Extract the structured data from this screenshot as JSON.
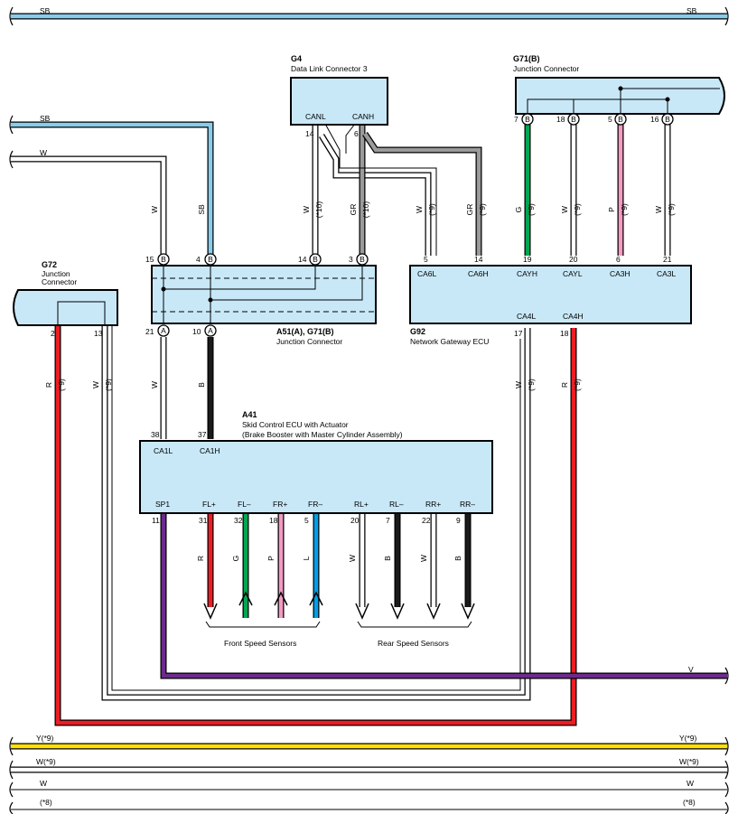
{
  "colors": {
    "SB": "#87cceb",
    "R": "#ee1c24",
    "G": "#00a651",
    "P": "#f49ac1",
    "L": "#00a0e9",
    "V": "#6c2a8c",
    "Y": "#ffe200",
    "GR": "#9b9b9b",
    "B": "#1a1a1a",
    "W": "#ffffff",
    "box_fill": "#c8e8f8"
  },
  "buses": {
    "top_sb_left": "SB",
    "top_sb_right": "SB",
    "left_sb": "SB",
    "left_w": "W",
    "v_right": "V",
    "bottom": [
      {
        "left": "Y(*9)",
        "right": "Y(*9)"
      },
      {
        "left": "W(*9)",
        "right": "W(*9)"
      },
      {
        "left": "W",
        "right": "W"
      },
      {
        "left": "(*8)",
        "right": "(*8)"
      }
    ]
  },
  "components": {
    "g4": {
      "code": "G4",
      "name": "Data Link Connector 3",
      "pins": [
        "CANL",
        "CANH"
      ],
      "pin_nums": [
        "14",
        "6"
      ]
    },
    "g71b": {
      "code": "G71(B)",
      "name": "Junction Connector",
      "pin_nums": [
        "7",
        "18",
        "5",
        "16"
      ],
      "pin_tag": "B"
    },
    "g72": {
      "code": "G72",
      "name_l1": "Junction",
      "name_l2": "Connector",
      "pin_nums": [
        "2",
        "13"
      ]
    },
    "a51": {
      "code": "A51(A), G71(B)",
      "name": "Junction Connector",
      "top_pins": [
        "15",
        "4",
        "14",
        "3"
      ],
      "bottom_pins": [
        "21",
        "10"
      ],
      "tag_b": "B",
      "tag_a": "A"
    },
    "g92": {
      "code": "G92",
      "name": "Network Gateway ECU",
      "top_pins": [
        "5",
        "14",
        "19",
        "20",
        "6",
        "21"
      ],
      "top_labels": [
        "CA6L",
        "CA6H",
        "CAYH",
        "CAYL",
        "CA3H",
        "CA3L"
      ],
      "bottom_pins": [
        "17",
        "18"
      ],
      "bottom_labels": [
        "CA4L",
        "CA4H"
      ]
    },
    "a41": {
      "code": "A41",
      "name_l1": "Skid Control ECU with Actuator",
      "name_l2": "(Brake Booster with Master Cylinder Assembly)",
      "top_pins": [
        "38",
        "37"
      ],
      "top_labels": [
        "CA1L",
        "CA1H"
      ],
      "bottom_labels": [
        "SP1",
        "FL+",
        "FL–",
        "FR+",
        "FR–",
        "RL+",
        "RL–",
        "RR+",
        "RR–"
      ],
      "bottom_pins": [
        "11",
        "31",
        "32",
        "18",
        "5",
        "20",
        "7",
        "22",
        "9"
      ]
    }
  },
  "wire_labels": {
    "a51_w": "W",
    "a51_sb": "SB",
    "g4_w": "W",
    "g4_w_note": "(*10)",
    "g4_gr": "GR",
    "g4_gr_note": "(*10)",
    "g92_w": "W",
    "g92_w_note": "(*9)",
    "g92_gr": "GR",
    "g92_gr_note": "(*9)",
    "g71_g": "G",
    "g71_g_note": "(*9)",
    "g71_w": "W",
    "g71_w_note": "(*9)",
    "g71_p": "P",
    "g71_p_note": "(*9)",
    "g71_w2": "W",
    "g71_w2_note": "(*9)",
    "g72_r": "R",
    "g72_r_note": "(*9)",
    "g72_w": "W",
    "g72_w_note": "(*9)",
    "a51_w2": "W",
    "a51_b": "B",
    "g92_w3": "W",
    "g92_w3_note": "(*9)",
    "g92_r": "R",
    "g92_r_note": "(*9)",
    "sensor_wires": [
      "V",
      "R",
      "G",
      "P",
      "L",
      "W",
      "B",
      "W",
      "B"
    ]
  },
  "groups": {
    "front": "Front Speed Sensors",
    "rear": "Rear Speed Sensors"
  }
}
